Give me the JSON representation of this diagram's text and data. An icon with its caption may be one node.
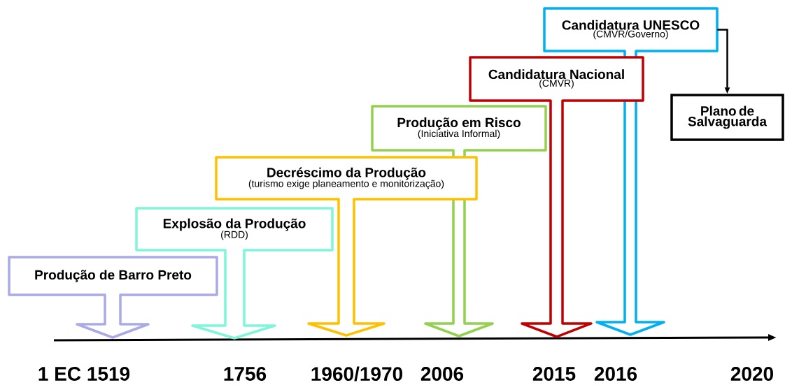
{
  "diagram": {
    "nodes": [
      {
        "text": [
          "Produção de Barro Preto"
        ]
      },
      {
        "text": [
          "Explosão da Produção",
          "(RDD)"
        ]
      },
      {
        "text": [
          "Decréscimo da Produção",
          "(turismo exige planeamento e monitorização)"
        ]
      },
      {
        "text": [
          "Produção em Risco",
          "(Iniciativa Informal)"
        ]
      },
      {
        "text": [
          "Candidatura Nacional",
          "(CMVR)"
        ]
      },
      {
        "text": [
          "Candidatura UNESCO",
          "(CMVR/Governo)"
        ]
      },
      {
        "text": [
          "Plano de Salvaguarda"
        ]
      }
    ],
    "edges": [
      {
        "from": 5,
        "to": 6,
        "arrow": "to"
      }
    ],
    "labels": [
      "1 EC 1519",
      "1756",
      "1960/1970",
      "2006",
      "2015",
      "2016",
      "2020"
    ]
  }
}
